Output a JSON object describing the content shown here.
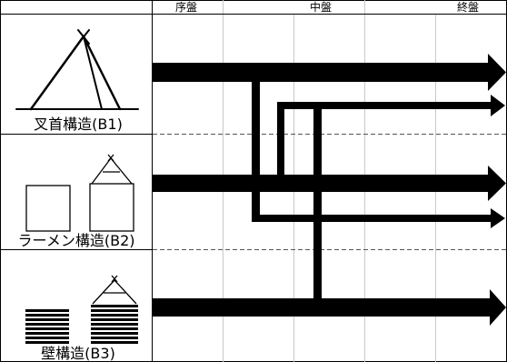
{
  "header": {
    "phases": [
      {
        "label": "序盤"
      },
      {
        "label": "中盤"
      },
      {
        "label": "終盤"
      }
    ]
  },
  "rows": [
    {
      "label": "叉首構造(B1)",
      "icon": "tent-icon"
    },
    {
      "label": "ラーメン構造(B2)",
      "icon": "frame-houses-icon"
    },
    {
      "label": "壁構造(B3)",
      "icon": "wall-houses-icon"
    }
  ],
  "colors": {
    "line": "#000000",
    "grid": "#c8c8c8",
    "divider_dashed": "#555555"
  }
}
